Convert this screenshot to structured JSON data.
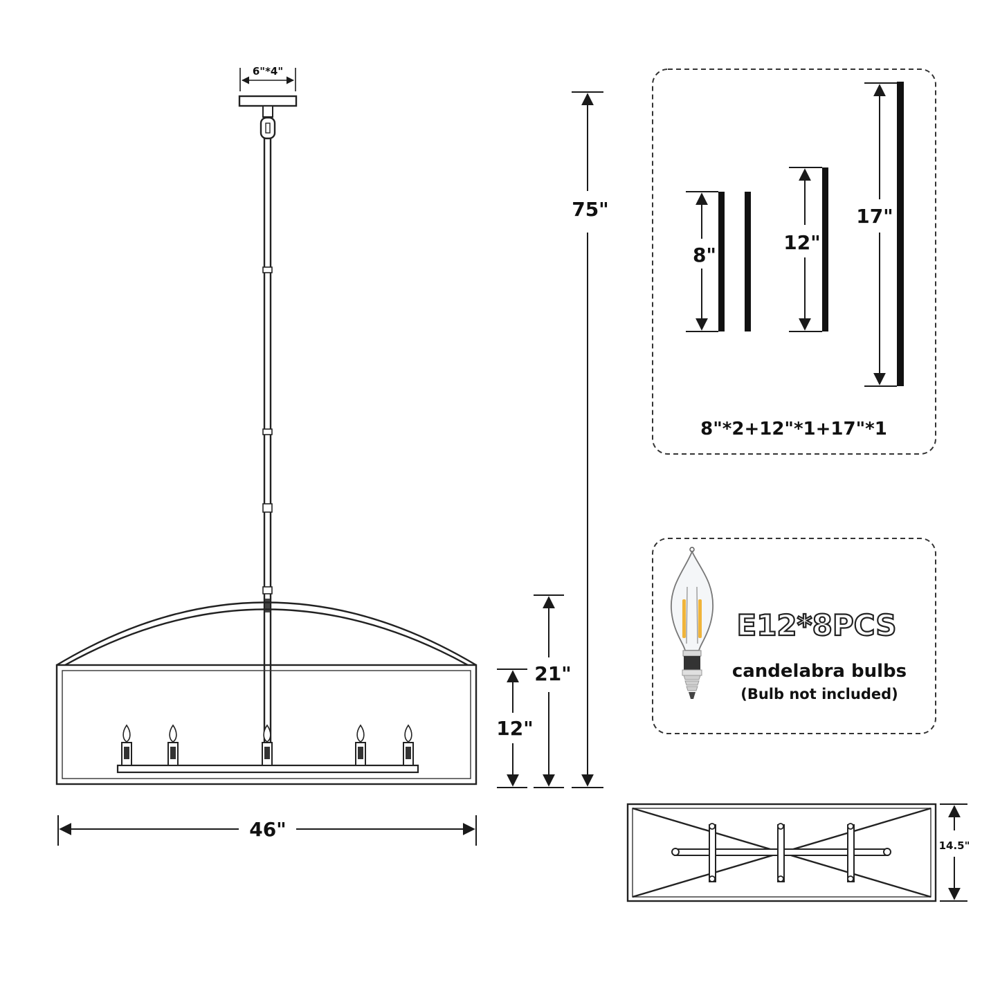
{
  "canopy": {
    "size_label": "6\"*4\""
  },
  "dimensions": {
    "overall_height": "75\"",
    "fixture_height": "21\"",
    "frame_height": "12\"",
    "width": "46\"",
    "depth": "14.5\""
  },
  "rods": {
    "labels": [
      "8\"",
      "12\"",
      "17\""
    ],
    "summary": "8\"*2+12\"*1+17\"*1"
  },
  "bulbs": {
    "title": "E12*8PCS",
    "type": "candelabra bulbs",
    "note": "(Bulb not included)"
  }
}
